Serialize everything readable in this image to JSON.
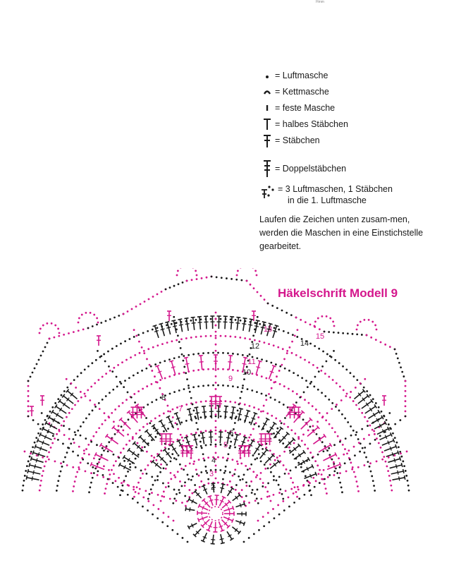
{
  "header_mark": "Hmm",
  "legend": {
    "items": [
      {
        "symbol": "chain-dot",
        "label": "= Luftmasche"
      },
      {
        "symbol": "slip-stitch-arc",
        "label": "= Kettmasche"
      },
      {
        "symbol": "single-crochet-bar",
        "label": "= feste Masche"
      },
      {
        "symbol": "half-double-crochet-t",
        "label": "= halbes Stäbchen"
      },
      {
        "symbol": "double-crochet-cross",
        "label": "= Stäbchen"
      },
      {
        "symbol": "treble-crochet-double-cross",
        "label": "= Doppelstäbchen"
      }
    ],
    "multi": {
      "symbol": "chain3-plus-dc",
      "line1": "= 3 Luftmaschen, 1 Stäbchen",
      "line2": "in die 1. Luftmasche"
    },
    "note": "Laufen die Zeichen unten zusam-men, werden die Maschen in eine Einstichstelle gearbeitet."
  },
  "diagram": {
    "title": "Häkelschrift Modell 9",
    "colors": {
      "accent": "#d4168c",
      "ink": "#1a1a1a"
    },
    "round_labels": [
      {
        "text": "2",
        "color": "ink"
      },
      {
        "text": "3",
        "color": "accent"
      },
      {
        "text": "4",
        "color": "ink"
      },
      {
        "text": "5",
        "color": "accent"
      },
      {
        "text": "6",
        "color": "ink"
      },
      {
        "text": "7",
        "color": "accent"
      },
      {
        "text": "8",
        "color": "ink"
      },
      {
        "text": "9",
        "color": "accent"
      },
      {
        "text": "10",
        "color": "ink"
      },
      {
        "text": "11",
        "color": "accent"
      },
      {
        "text": "12",
        "color": "ink"
      },
      {
        "text": "13",
        "color": "accent"
      },
      {
        "text": "14",
        "color": "ink"
      },
      {
        "text": "15",
        "color": "accent"
      }
    ]
  }
}
